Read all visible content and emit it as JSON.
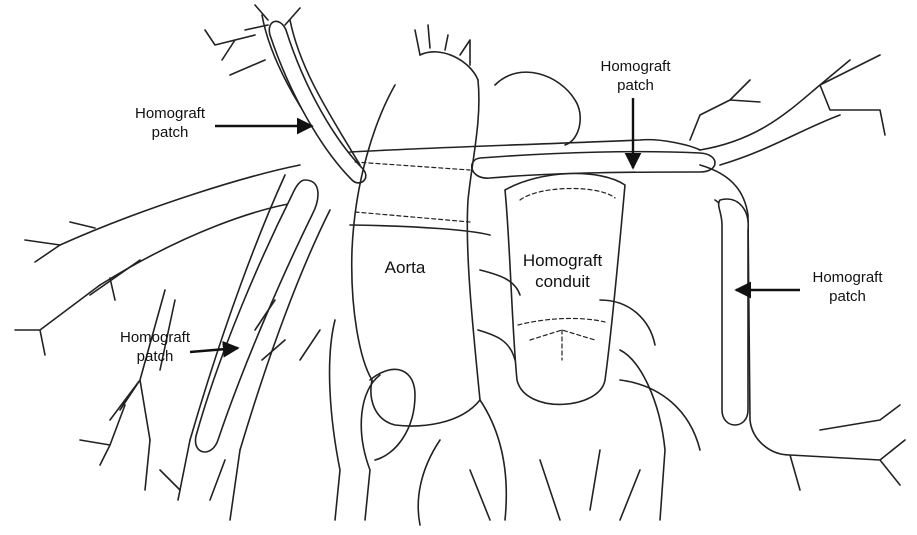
{
  "diagram": {
    "labels": {
      "patch_upper_left": [
        "Homograft",
        "patch"
      ],
      "patch_top": [
        "Homograft",
        "patch"
      ],
      "patch_right": [
        "Homograft",
        "patch"
      ],
      "patch_lower_left": [
        "Homograft",
        "patch"
      ],
      "aorta": "Aorta",
      "conduit": [
        "Homograft",
        "conduit"
      ]
    }
  }
}
